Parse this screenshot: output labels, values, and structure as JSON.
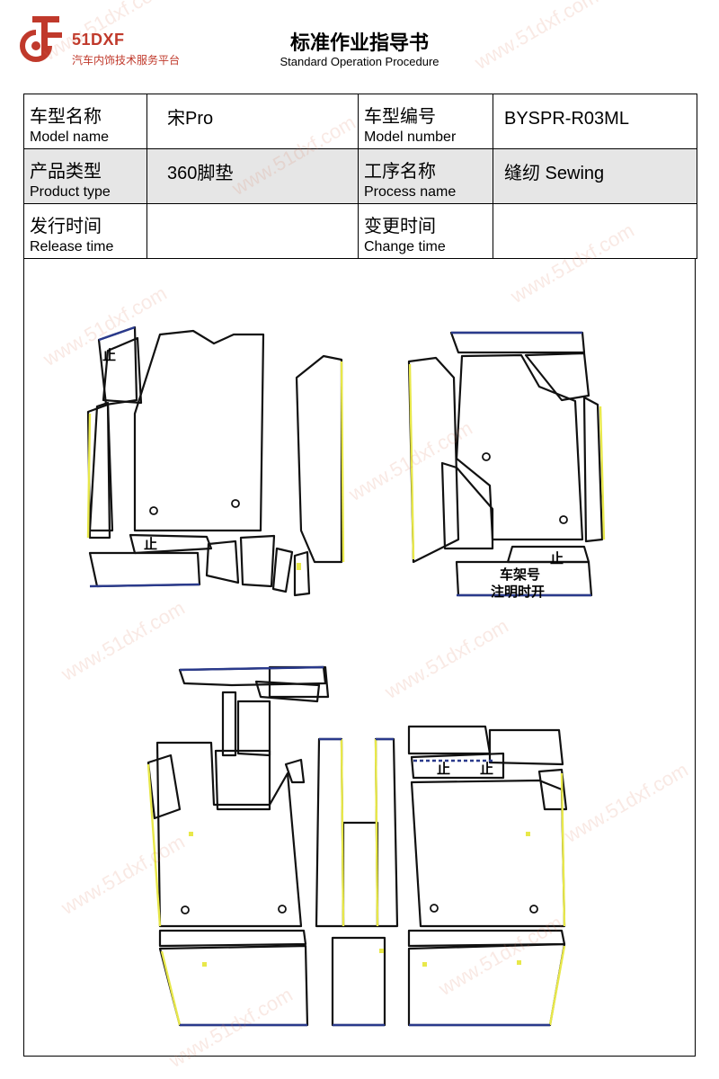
{
  "brand": {
    "name": "51DXF",
    "subtitle": "汽车内饰技术服务平台",
    "color": "#c0392b"
  },
  "document": {
    "title": "标准作业指导书",
    "subtitle": "Standard Operation Procedure"
  },
  "info_table": {
    "model_name_cn": "车型名称",
    "model_name_en": "Model name",
    "model_name_value": "宋Pro",
    "model_number_cn": "车型编号",
    "model_number_en": "Model number",
    "model_number_value": "BYSPR-R03ML",
    "product_type_cn": "产品类型",
    "product_type_en": "Product type",
    "product_type_value": "360脚垫",
    "process_name_cn": "工序名称",
    "process_name_en": "Process name",
    "process_name_value": "缝纫 Sewing",
    "release_time_cn": "发行时间",
    "release_time_en": "Release time",
    "release_time_value": "",
    "change_time_cn": "变更时间",
    "change_time_en": "Change time",
    "change_time_value": ""
  },
  "diagram": {
    "stop_mark": "止",
    "note_line1": "车架号",
    "note_line2": "注明时开",
    "watermark": "www.51dxf.com",
    "outline_color": "#111111",
    "edge_yellow": "#e8e84a",
    "edge_blue": "#2a3a8c"
  }
}
